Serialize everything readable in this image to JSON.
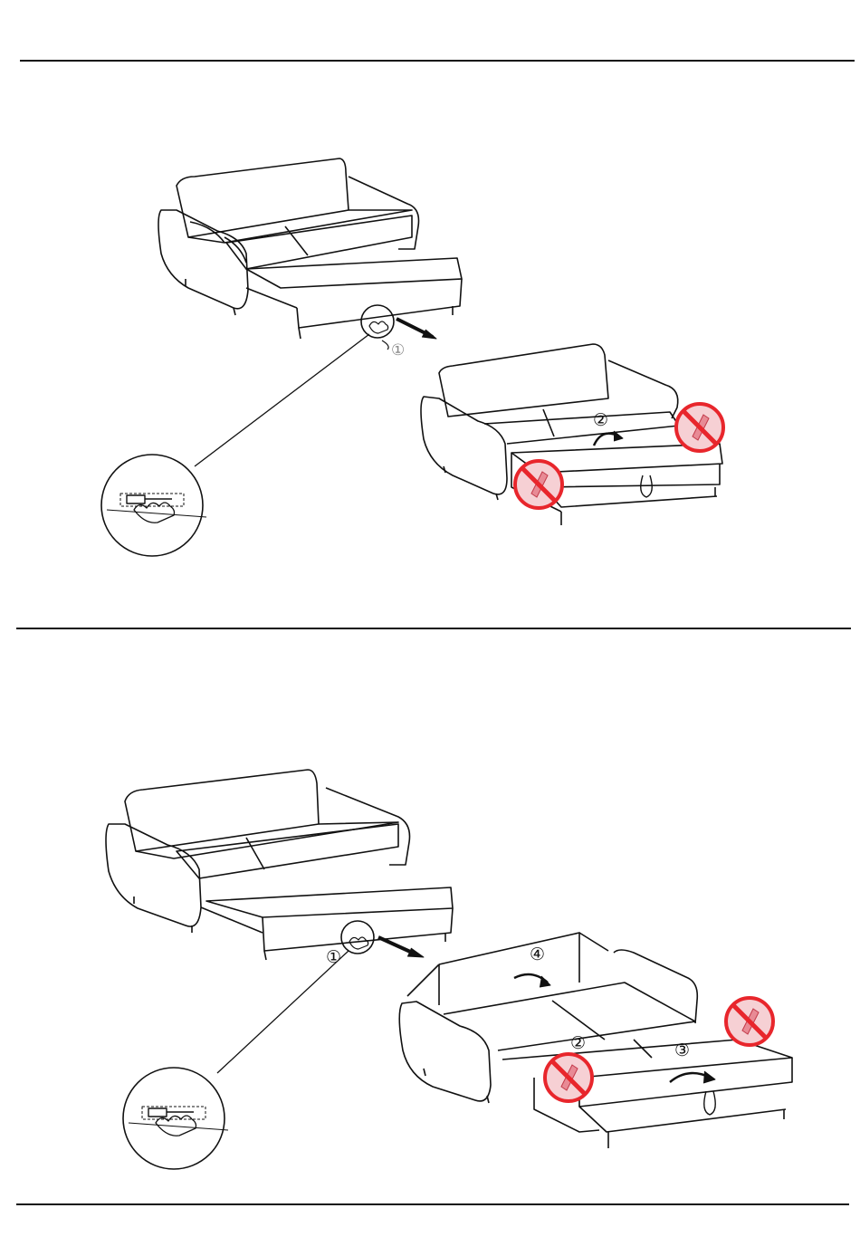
{
  "steps": {
    "panel1": {
      "step1": "①",
      "step2": "②"
    },
    "panel2": {
      "step1": "①",
      "step2": "②",
      "step3": "③",
      "step4": "④"
    }
  },
  "colors": {
    "line": "#111111",
    "prohibit": "#e8262c",
    "prohibit_fill": "#f6d0d4"
  },
  "icons": [
    "prohibited-hand-icon",
    "magnifier-detail-icon",
    "pull-arrow-icon",
    "curved-arrow-icon"
  ]
}
